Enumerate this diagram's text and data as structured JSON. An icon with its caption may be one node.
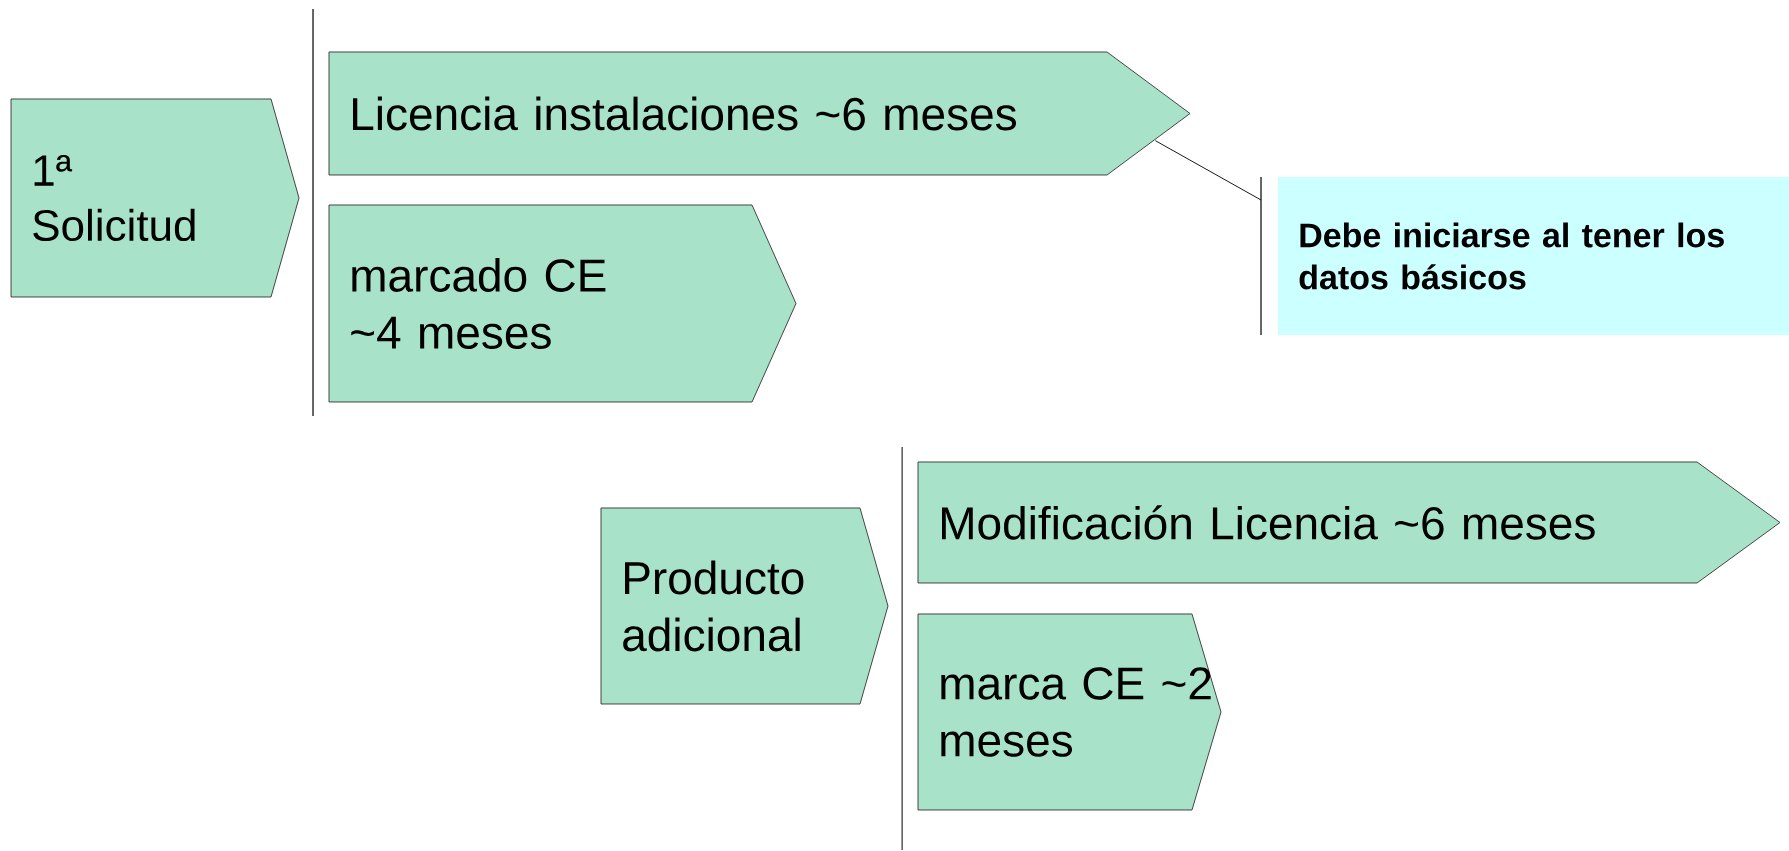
{
  "diagram": {
    "nodes": [
      {
        "text": [
          "1ª Solicitud"
        ]
      },
      {
        "text": [
          "Licencia instalaciones  ~6 meses"
        ]
      },
      {
        "text": [
          "marcado CE ~4 meses"
        ]
      },
      {
        "text": [
          "Debe iniciarse al tener los datos básicos"
        ]
      },
      {
        "text": [
          "Producto adicional"
        ]
      },
      {
        "text": [
          "Modificación Licencia  ~6 meses"
        ]
      },
      {
        "text": [
          "marca CE ~2 meses"
        ]
      }
    ],
    "edges": [
      {
        "from": 1,
        "to": 3,
        "arrow": "none"
      }
    ]
  }
}
